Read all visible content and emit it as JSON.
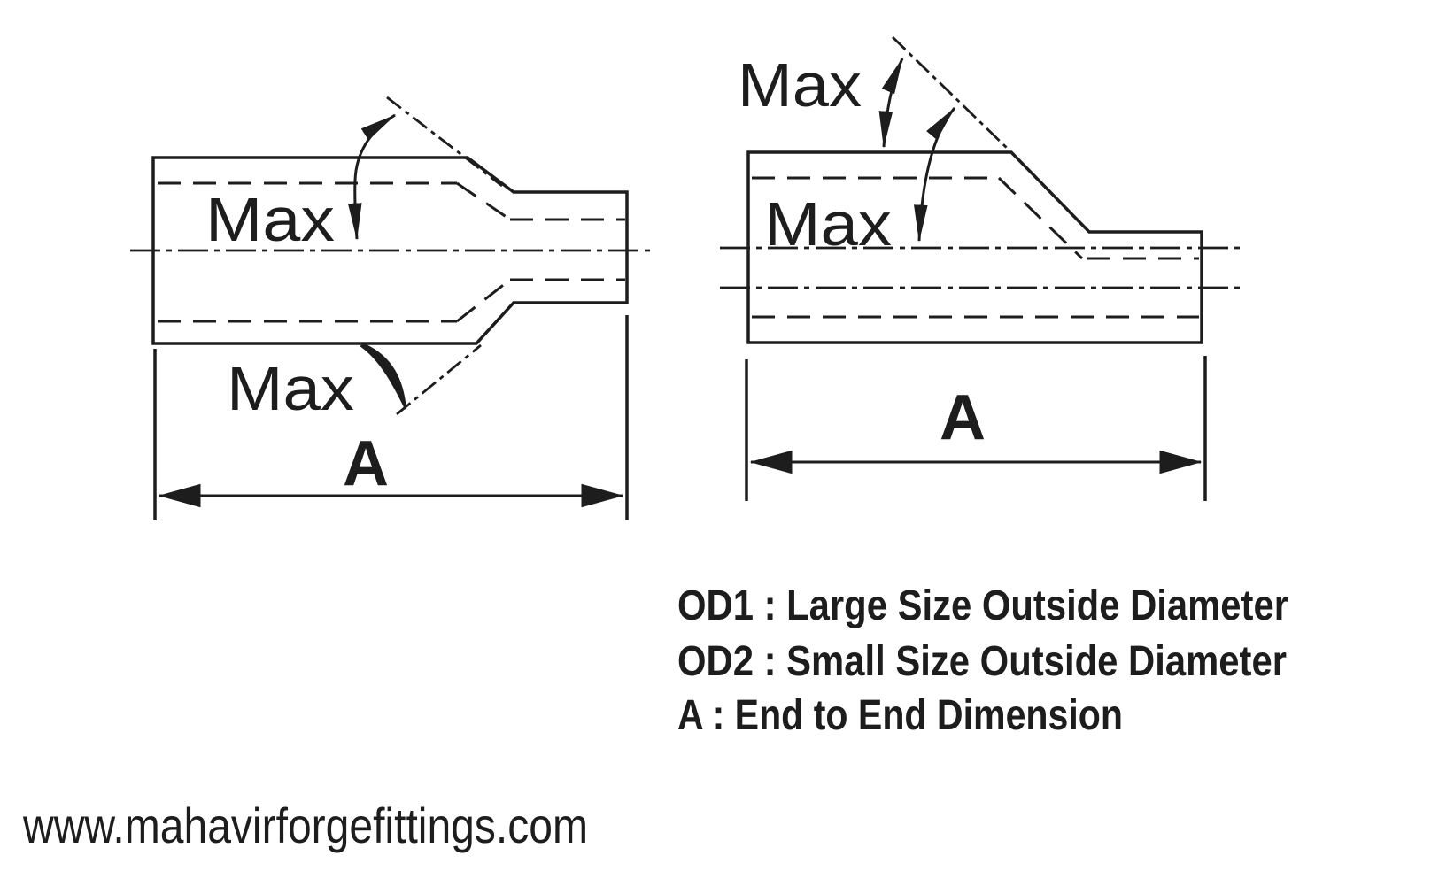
{
  "page": {
    "background_color": "#ffffff",
    "ink_color": "#1d1d1d"
  },
  "left_diagram": {
    "max_angle_top_label": "Max",
    "max_angle_bottom_label": "Max",
    "dimension_label": "A"
  },
  "right_diagram": {
    "max_angle_upper_label": "Max",
    "max_angle_lower_label": "Max",
    "dimension_label": "A"
  },
  "legend": {
    "items": [
      {
        "label": "OD1 : Large Size Outside Diameter"
      },
      {
        "label": "OD2 : Small Size Outside Diameter"
      },
      {
        "label": "A : End to End Dimension"
      }
    ]
  },
  "footer": {
    "website": "www.mahavirforgefittings.com",
    "link_color": "#49A7EE"
  }
}
